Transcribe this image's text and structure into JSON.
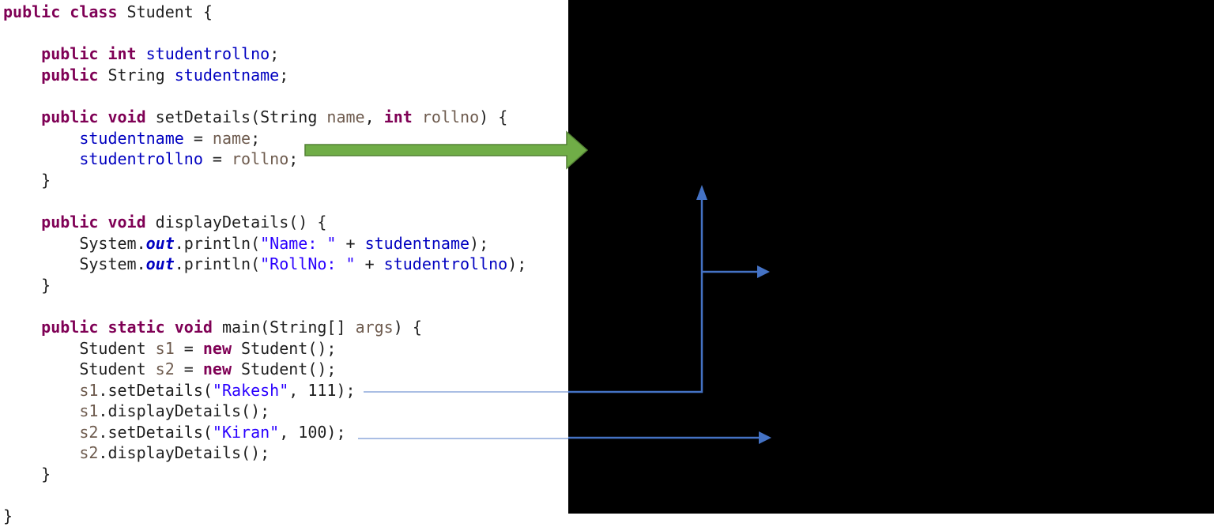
{
  "panel": {
    "background": "#000000"
  },
  "code": {
    "colors": {
      "keyword": "#7f0055",
      "plain": "#1f1f1f",
      "field": "#0000c0",
      "string": "#2a00ff",
      "variable": "#6e5b4e",
      "static_field": "#0000c0"
    },
    "lines": [
      [
        [
          "public",
          "k"
        ],
        [
          " ",
          "p"
        ],
        [
          "class",
          "k"
        ],
        [
          " Student {",
          "p"
        ]
      ],
      [],
      [
        [
          "    ",
          "p"
        ],
        [
          "public",
          "k"
        ],
        [
          " ",
          "p"
        ],
        [
          "int",
          "k"
        ],
        [
          " ",
          "p"
        ],
        [
          "studentrollno",
          "f"
        ],
        [
          ";",
          "p"
        ]
      ],
      [
        [
          "    ",
          "p"
        ],
        [
          "public",
          "k"
        ],
        [
          " String ",
          "p"
        ],
        [
          "studentname",
          "f"
        ],
        [
          ";",
          "p"
        ]
      ],
      [],
      [
        [
          "    ",
          "p"
        ],
        [
          "public",
          "k"
        ],
        [
          " ",
          "p"
        ],
        [
          "void",
          "k"
        ],
        [
          " setDetails(String ",
          "p"
        ],
        [
          "name",
          "v"
        ],
        [
          ", ",
          "p"
        ],
        [
          "int",
          "k"
        ],
        [
          " ",
          "p"
        ],
        [
          "rollno",
          "v"
        ],
        [
          ") {",
          "p"
        ]
      ],
      [
        [
          "        ",
          "p"
        ],
        [
          "studentname",
          "f"
        ],
        [
          " = ",
          "p"
        ],
        [
          "name",
          "v"
        ],
        [
          ";",
          "p"
        ]
      ],
      [
        [
          "        ",
          "p"
        ],
        [
          "studentrollno",
          "f"
        ],
        [
          " = ",
          "p"
        ],
        [
          "rollno",
          "v"
        ],
        [
          ";",
          "p"
        ]
      ],
      [
        [
          "    }",
          "p"
        ]
      ],
      [],
      [
        [
          "    ",
          "p"
        ],
        [
          "public",
          "k"
        ],
        [
          " ",
          "p"
        ],
        [
          "void",
          "k"
        ],
        [
          " displayDetails() {",
          "p"
        ]
      ],
      [
        [
          "        System.",
          "p"
        ],
        [
          "out",
          "o"
        ],
        [
          ".println(",
          "p"
        ],
        [
          "\"Name: \"",
          "s"
        ],
        [
          " + ",
          "p"
        ],
        [
          "studentname",
          "f"
        ],
        [
          ");",
          "p"
        ]
      ],
      [
        [
          "        System.",
          "p"
        ],
        [
          "out",
          "o"
        ],
        [
          ".println(",
          "p"
        ],
        [
          "\"RollNo: \"",
          "s"
        ],
        [
          " + ",
          "p"
        ],
        [
          "studentrollno",
          "f"
        ],
        [
          ");",
          "p"
        ]
      ],
      [
        [
          "    }",
          "p"
        ]
      ],
      [],
      [
        [
          "    ",
          "p"
        ],
        [
          "public",
          "k"
        ],
        [
          " ",
          "p"
        ],
        [
          "static",
          "k"
        ],
        [
          " ",
          "p"
        ],
        [
          "void",
          "k"
        ],
        [
          " main(String[] ",
          "p"
        ],
        [
          "args",
          "v"
        ],
        [
          ") {",
          "p"
        ]
      ],
      [
        [
          "        Student ",
          "p"
        ],
        [
          "s1",
          "v"
        ],
        [
          " = ",
          "p"
        ],
        [
          "new",
          "k"
        ],
        [
          " Student();",
          "p"
        ]
      ],
      [
        [
          "        Student ",
          "p"
        ],
        [
          "s2",
          "v"
        ],
        [
          " = ",
          "p"
        ],
        [
          "new",
          "k"
        ],
        [
          " Student();",
          "p"
        ]
      ],
      [
        [
          "        ",
          "p"
        ],
        [
          "s1",
          "v"
        ],
        [
          ".setDetails(",
          "p"
        ],
        [
          "\"Rakesh\"",
          "s"
        ],
        [
          ", 111);",
          "p"
        ]
      ],
      [
        [
          "        ",
          "p"
        ],
        [
          "s1",
          "v"
        ],
        [
          ".displayDetails();",
          "p"
        ]
      ],
      [
        [
          "        ",
          "p"
        ],
        [
          "s2",
          "v"
        ],
        [
          ".setDetails(",
          "p"
        ],
        [
          "\"Kiran\"",
          "s"
        ],
        [
          ", 100);",
          "p"
        ]
      ],
      [
        [
          "        ",
          "p"
        ],
        [
          "s2",
          "v"
        ],
        [
          ".displayDetails();",
          "p"
        ]
      ],
      [
        [
          "    }",
          "p"
        ]
      ],
      [],
      [
        [
          "}",
          "p"
        ]
      ]
    ]
  },
  "annotations": {
    "green_arrow": {
      "description": "thick right arrow from setDetails body into blacked-out area",
      "fill": "#70ad47",
      "border": "#538135"
    },
    "blue_arrows": {
      "color": "#4472c4",
      "color_on_white": "#8ea9db",
      "items": [
        {
          "name": "s1-setdetails-elbow-arrow",
          "direction": "up"
        },
        {
          "name": "branch-right-arrow",
          "direction": "right"
        },
        {
          "name": "s2-setdetails-arrow",
          "direction": "right"
        }
      ]
    }
  }
}
